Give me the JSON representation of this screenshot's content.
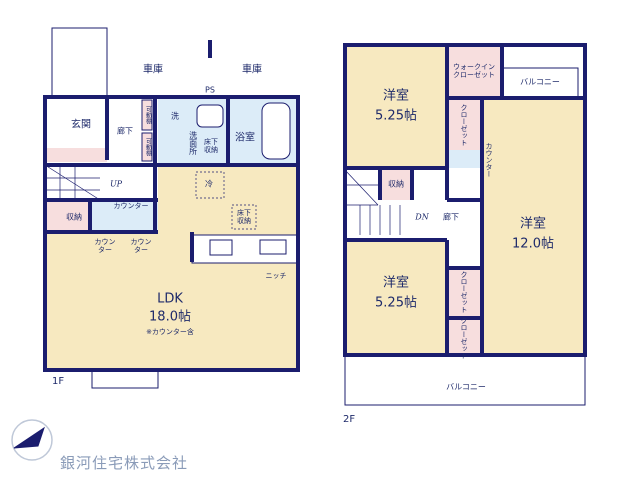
{
  "colors": {
    "wall": "#1b1d6e",
    "room": "#f7e9c0",
    "storage": "#f7dede",
    "wet": "#dcecf8",
    "outdoor": "#ffffff"
  },
  "floor1": {
    "label": "1F",
    "garage_left": "車庫",
    "garage_right": "車庫",
    "ps": "PS",
    "entrance": "玄関",
    "hallway": "廊下",
    "shelf_a": "可動棚",
    "shelf_b": "可動棚",
    "laundry": "洗",
    "washroom": "洗面所",
    "underfloor_wash": "床下収納",
    "bathroom": "浴室",
    "up": "UP",
    "storage": "収納",
    "counter_toilet": "カウンター",
    "counter_a": "カウンター",
    "counter_b": "カウンター",
    "fridge": "冷",
    "underfloor_kitchen": "床下収納",
    "niche": "ニッチ",
    "ldk": "LDK",
    "ldk_size": "18.0帖",
    "ldk_note": "※カウンター含"
  },
  "floor2": {
    "label": "2F",
    "room_top": "洋室",
    "room_top_size": "5.25帖",
    "wic": "ウォークインクローゼット",
    "balcony_top": "バルコニー",
    "closet_a": "クローゼット",
    "counter": "カウンター",
    "storage": "収納",
    "dn": "DN",
    "hallway": "廊下",
    "room_big": "洋室",
    "room_big_size": "12.0帖",
    "room_bottom": "洋室",
    "room_bottom_size": "5.25帖",
    "closet_b": "クローゼット",
    "closet_c": "クローゼット",
    "balcony_bottom": "バルコニー"
  },
  "company": "銀河住宅株式会社"
}
